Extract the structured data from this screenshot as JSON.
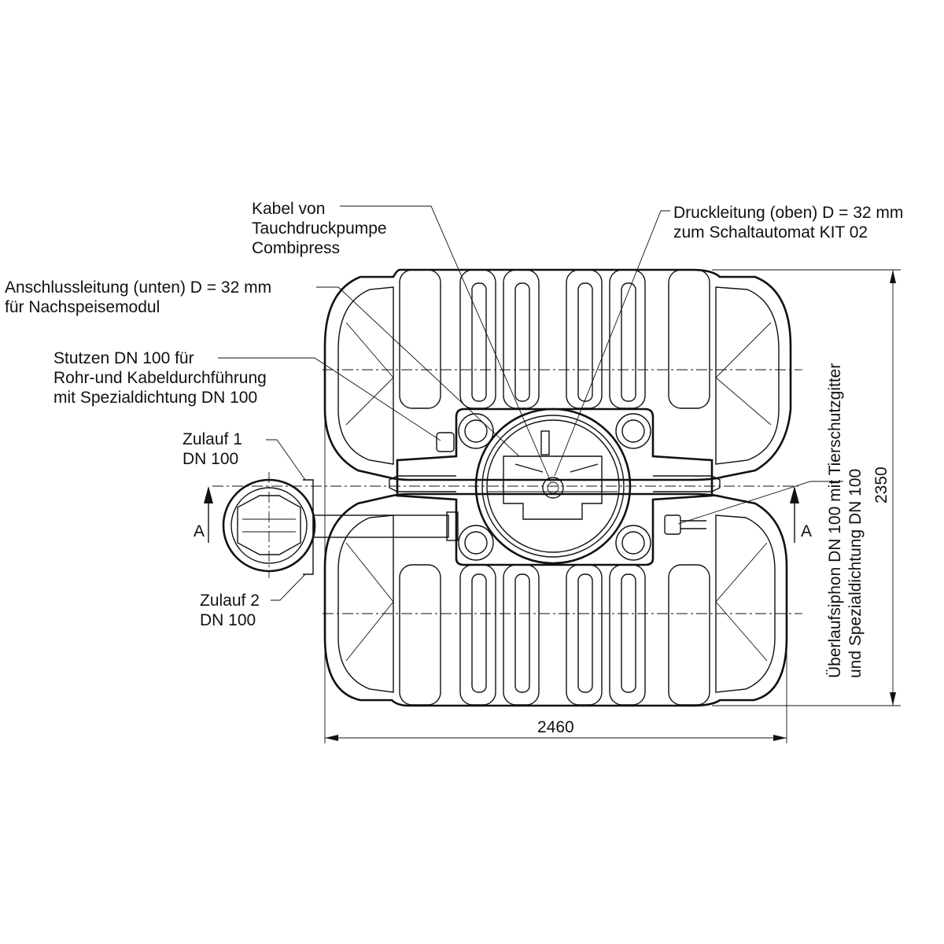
{
  "labels": {
    "kabel": [
      "Kabel von",
      "Tauchdruckpumpe",
      "Combipress"
    ],
    "druckleitung": [
      "Druckleitung (oben) D = 32 mm",
      "zum Schaltautomat KIT 02"
    ],
    "anschluss": [
      "Anschlussleitung (unten) D = 32 mm",
      "für Nachspeisemodul"
    ],
    "stutzen": [
      "Stutzen DN 100 für",
      "Rohr-und Kabeldurchführung",
      "mit Spezialdichtung DN 100"
    ],
    "zulauf1": [
      "Zulauf 1",
      "DN 100"
    ],
    "zulauf2": [
      "Zulauf 2",
      "DN 100"
    ],
    "ueberlauf": [
      "Überlaufsiphon DN 100 mit Tierschutzgitter",
      "und Spezialdichtung DN 100"
    ]
  },
  "section_marks": {
    "left": "A",
    "right": "A"
  },
  "dimensions": {
    "width": "2460",
    "height": "2350"
  }
}
